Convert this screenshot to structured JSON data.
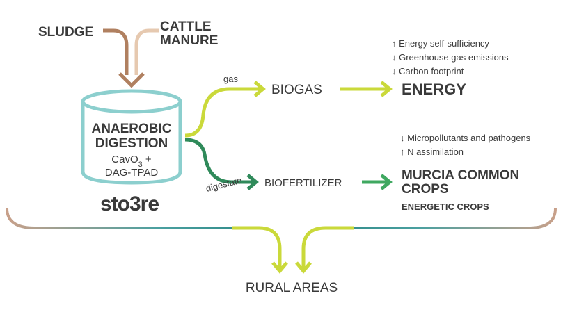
{
  "inputs": {
    "sludge": "SLUDGE",
    "cattle_manure_line1": "CATTLE",
    "cattle_manure_line2": "MANURE"
  },
  "digester": {
    "title_line1": "ANAEROBIC",
    "title_line2": "DIGESTION",
    "subtitle_line1_prefix": "CavO",
    "subtitle_line1_subscript": "3",
    "subtitle_line1_suffix": " +",
    "subtitle_line2": "DAG-TPAD",
    "logo_text": "sto3re"
  },
  "branches": {
    "gas_label": "gas",
    "digestate_label": "digestate",
    "biogas": "BIOGAS",
    "energy": "ENERGY",
    "biofertilizer": "BIOFERTILIZER",
    "crops_line1": "MURCIA COMMON",
    "crops_line2": "CROPS",
    "energetic_crops": "ENERGETIC CROPS"
  },
  "energy_benefits": [
    "↑ Energy self-sufficiency",
    "↓ Greenhouse gas emissions",
    "↓ Carbon footprint"
  ],
  "fertilizer_benefits": [
    "↓ Micropollutants and pathogens",
    "↑ N assimilation"
  ],
  "outcome": {
    "rural_areas": "RURAL AREAS"
  },
  "colors": {
    "sludge_arrow": "#b08060",
    "manure_arrow": "#e6c9b0",
    "digester_outline": "#8ccfce",
    "gas_line": "#cad93a",
    "digestate_line": "#2f8a5a",
    "fertilizer_arrow": "#3fa860",
    "text_dark": "#3a3a3a",
    "brace_end": "#c8a08a",
    "brace_mid": "#2f8a88"
  }
}
